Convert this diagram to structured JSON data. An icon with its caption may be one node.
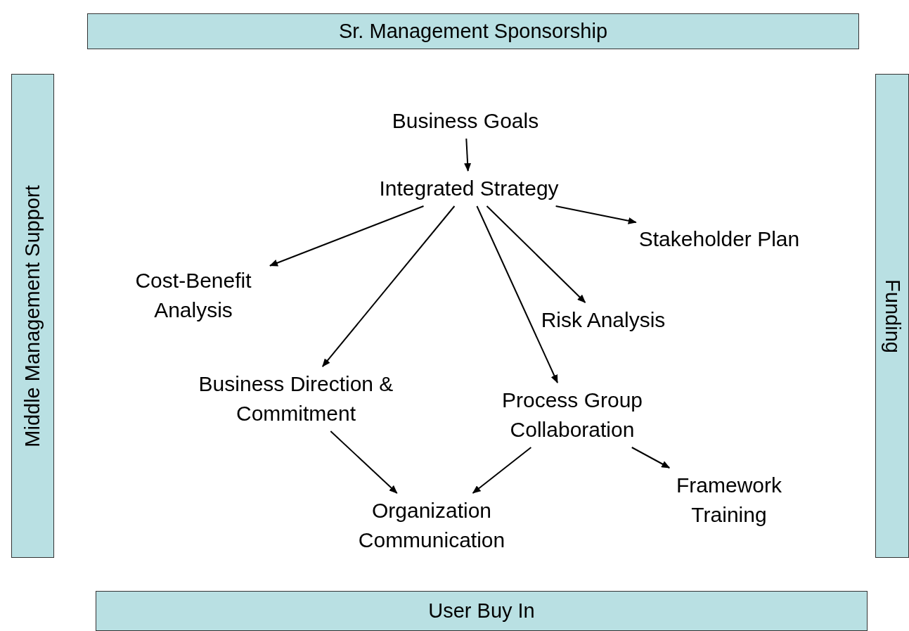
{
  "diagram": {
    "nodes": [
      {
        "text": [
          "Sr. Management Sponsorship"
        ]
      },
      {
        "text": [
          "Middle Management Support"
        ]
      },
      {
        "text": [
          "Funding"
        ]
      },
      {
        "text": [
          "User Buy In"
        ]
      },
      {
        "text": [
          "Business Goals"
        ]
      },
      {
        "text": [
          "Integrated Strategy"
        ]
      },
      {
        "text": [
          "Stakeholder Plan"
        ]
      },
      {
        "text": [
          "Cost-Benefit Analysis"
        ]
      },
      {
        "text": [
          "Risk Analysis"
        ]
      },
      {
        "text": [
          "Business Direction & Commitment"
        ]
      },
      {
        "text": [
          "Process Group Collaboration"
        ]
      },
      {
        "text": [
          "Organization Communication"
        ]
      },
      {
        "text": [
          "Framework Training"
        ]
      }
    ],
    "edges": [
      {
        "from": 4,
        "to": 5,
        "arrow": "to"
      },
      {
        "from": 5,
        "to": 6,
        "arrow": "to"
      },
      {
        "from": 5,
        "to": 7,
        "arrow": "to"
      },
      {
        "from": 5,
        "to": 9,
        "arrow": "to"
      },
      {
        "from": 5,
        "to": 10,
        "arrow": "to"
      },
      {
        "from": 5,
        "to": 8,
        "arrow": "to"
      },
      {
        "from": 9,
        "to": 11,
        "arrow": "to"
      },
      {
        "from": 10,
        "to": 11,
        "arrow": "to"
      },
      {
        "from": 10,
        "to": 12,
        "arrow": "to"
      }
    ]
  }
}
